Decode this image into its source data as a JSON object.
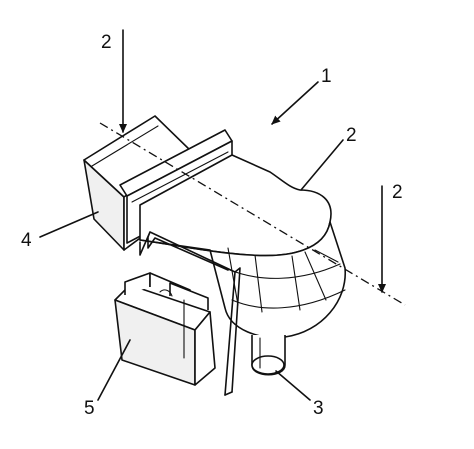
{
  "figure": {
    "labels": {
      "part1": "1",
      "part2_top": "2",
      "part2_body": "2",
      "part2_right": "2",
      "part3": "3",
      "part4": "4",
      "part5": "5"
    }
  }
}
